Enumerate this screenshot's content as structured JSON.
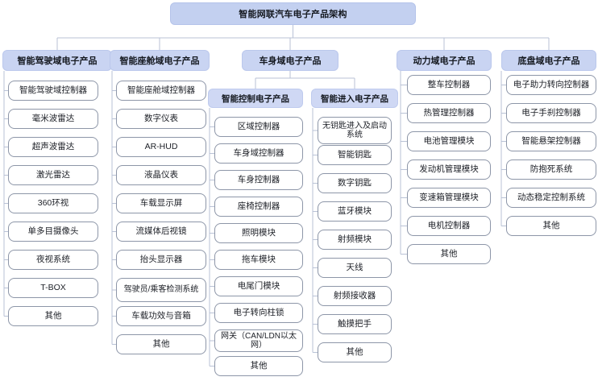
{
  "diagram": {
    "title": "智能网联汽车电子产品架构",
    "type": "tree-hierarchy",
    "colors": {
      "root_fill": "#c3d0f0",
      "domain_fill": "#c9d4f2",
      "sub_fill": "#cfd8f4",
      "leaf_fill": "#ffffff",
      "leaf_border": "#8d96a8",
      "connector": "#b9c2d6"
    },
    "domains": [
      {
        "id": "adas",
        "label": "智能驾驶域电子产品",
        "items": [
          "智能驾驶域控制器",
          "毫米波雷达",
          "超声波雷达",
          "激光雷达",
          "360环视",
          "单多目摄像头",
          "夜视系统",
          "T-BOX",
          "其他"
        ]
      },
      {
        "id": "cockpit",
        "label": "智能座舱域电子产品",
        "items": [
          "智能座舱域控制器",
          "数字仪表",
          "AR-HUD",
          "液晶仪表",
          "车载显示屏",
          "流媒体后视镜",
          "抬头显示器",
          "驾驶员/乘客检测系统",
          "车载功效与音箱",
          "其他"
        ]
      },
      {
        "id": "body",
        "label": "车身域电子产品",
        "subgroups": [
          {
            "id": "smart-control",
            "label": "智能控制电子产品",
            "items": [
              "区域控制器",
              "车身域控制器",
              "车身控制器",
              "座椅控制器",
              "照明模块",
              "拖车模块",
              "电尾门模块",
              "电子转向柱锁",
              "网关（CAN/LDN以太网）",
              "其他"
            ]
          },
          {
            "id": "smart-entry",
            "label": "智能进入电子产品",
            "items": [
              "无钥匙进入及启动系统",
              "智能钥匙",
              "数字钥匙",
              "蓝牙模块",
              "射频模块",
              "天线",
              "射频接收器",
              "触摸把手",
              "其他"
            ]
          }
        ]
      },
      {
        "id": "powertrain",
        "label": "动力域电子产品",
        "items": [
          "整车控制器",
          "热管理控制器",
          "电池管理模块",
          "发动机管理模块",
          "变速箱管理模块",
          "电机控制器",
          "其他"
        ]
      },
      {
        "id": "chassis",
        "label": "底盘域电子产品",
        "items": [
          "电子助力转向控制器",
          "电子手刹控制器",
          "智能悬架控制器",
          "防抱死系统",
          "动态稳定控制系统",
          "其他"
        ]
      }
    ]
  }
}
